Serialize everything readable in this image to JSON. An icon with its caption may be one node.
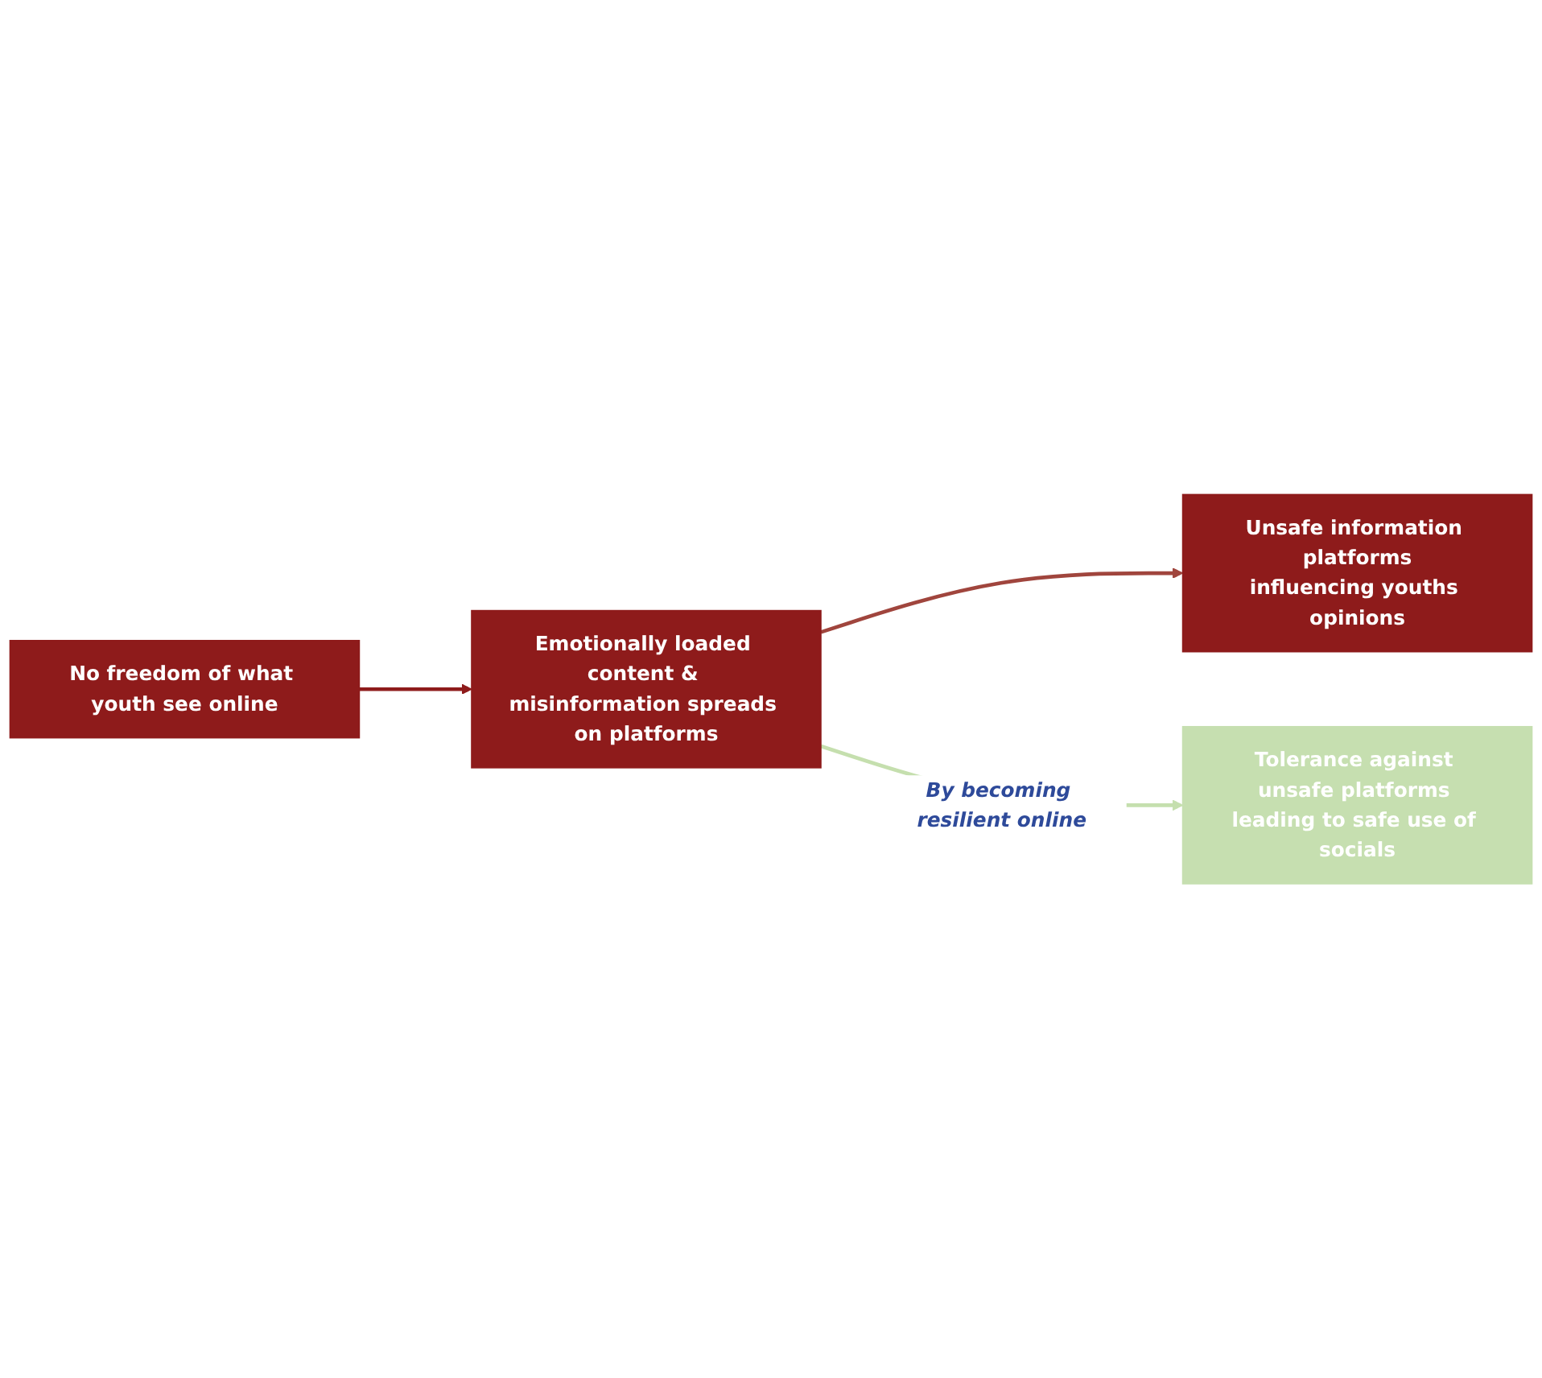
{
  "diagram": {
    "nodes": [
      {
        "text": [
          "Unsafe information platforms",
          "influencing youths opinions"
        ]
      },
      {
        "text": [
          "No freedom of what youth see online"
        ]
      },
      {
        "text": [
          "Emotionally loaded content & misinformation spreads on platforms"
        ]
      },
      {
        "text": [
          "Tolerance against unsafe platforms leading to safe use of socials"
        ]
      }
    ],
    "edges": [
      {
        "from": 1,
        "to": 2,
        "arrow": "to",
        "color": "#8e1b1b"
      },
      {
        "from": 2,
        "to": 0,
        "arrow": "to",
        "color": "#a0453d"
      },
      {
        "from": 2,
        "to": 3,
        "arrow": "to",
        "label": "By becoming resilient online",
        "color": "#c5dfae"
      }
    ]
  }
}
